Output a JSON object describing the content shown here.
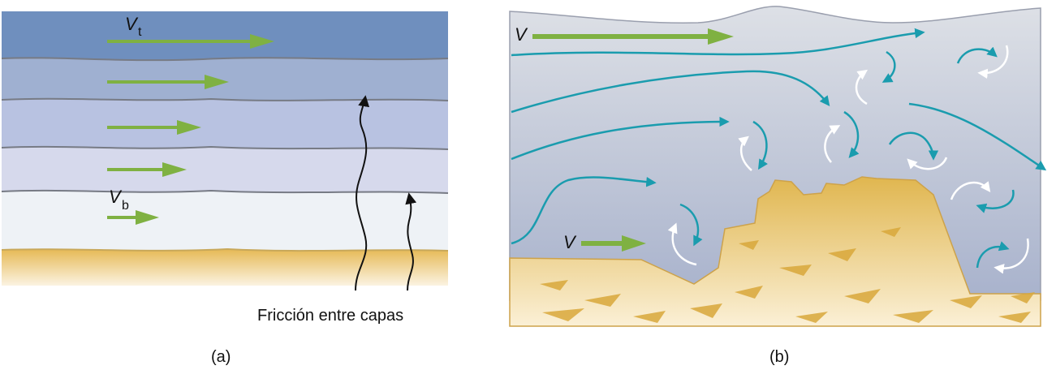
{
  "panel_a": {
    "caption": "(a)",
    "top_velocity": {
      "symbol": "V",
      "subscript": "t"
    },
    "bottom_velocity": {
      "symbol": "V",
      "subscript": "b"
    },
    "friction_label": "Fricción entre capas",
    "layer_count": 5,
    "colors": {
      "layers": [
        "#6f8fbe",
        "#9fb0d1",
        "#b8c2e1",
        "#d6d9ec",
        "#eef2f6"
      ],
      "ground": "#e6b955",
      "velocity_arrow": "#7fb142",
      "layer_border": "#777b85"
    }
  },
  "panel_b": {
    "caption": "(b)",
    "velocity_labels": [
      "V",
      "V"
    ],
    "colors": {
      "flow_arrow": "#1a9cae",
      "eddy_arrow": "#ffffff",
      "velocity_arrow": "#7fb142",
      "sky_top": "#dde0e6",
      "sky_bottom": "#a8b2cc",
      "ground": "#e0b64f"
    }
  }
}
